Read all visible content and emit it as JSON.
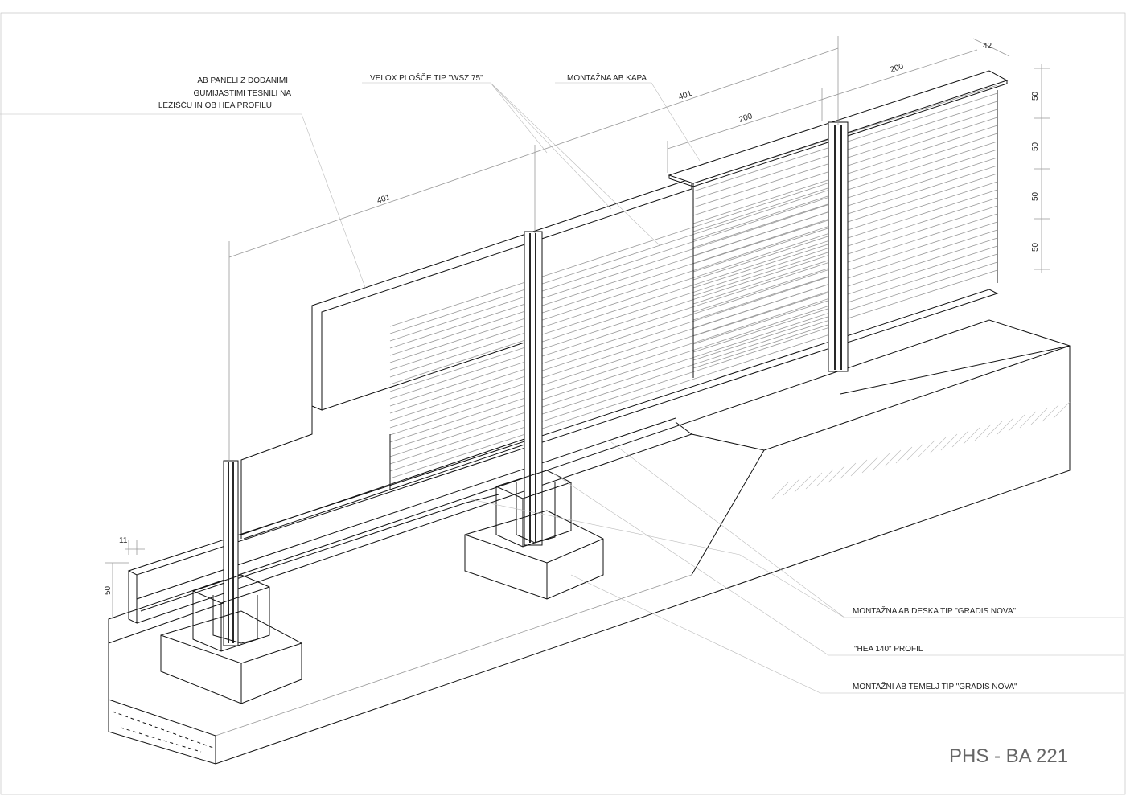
{
  "labels": {
    "ab_panels": [
      "AB PANELI Z DODANIMI",
      "GUMIJASTIMI TESNILI NA",
      "LEŽIŠČU IN OB HEA PROFILU"
    ],
    "velox": "VELOX PLOŠČE TIP \"WSZ 75\"",
    "kapa": "MONTAŽNA AB KAPA",
    "deska": "MONTAŽNA AB DESKA TIP \"GRADIS NOVA\"",
    "hea": "\"HEA 140\" PROFIL",
    "temelj": "MONTAŽNI AB TEMELJ TIP \"GRADIS NOVA\""
  },
  "dimensions": {
    "span_left": "401",
    "span_right": "401",
    "cap_left": "200",
    "cap_right": "200",
    "cap_depth": "42",
    "heights": [
      "50",
      "50",
      "50",
      "50"
    ],
    "plank_thickness": "11",
    "plank_height": "50"
  },
  "title_block": "PHS - BA 221"
}
